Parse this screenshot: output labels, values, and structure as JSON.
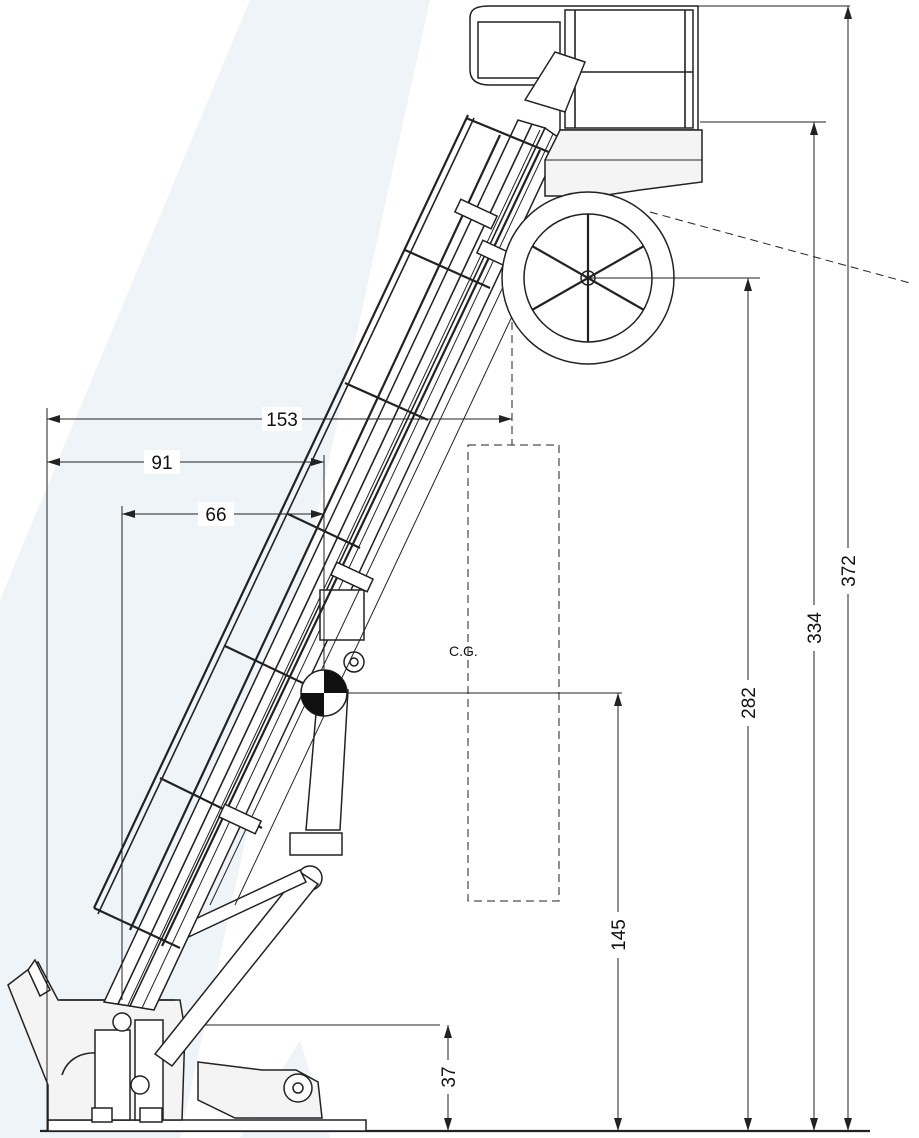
{
  "dimensions": {
    "horizontal": [
      {
        "id": "h153",
        "label": "153"
      },
      {
        "id": "h91",
        "label": "91"
      },
      {
        "id": "h66",
        "label": "66"
      }
    ],
    "vertical": [
      {
        "id": "v372",
        "label": "372"
      },
      {
        "id": "v334",
        "label": "334"
      },
      {
        "id": "v282",
        "label": "282"
      },
      {
        "id": "v145",
        "label": "145"
      },
      {
        "id": "v37",
        "label": "37"
      }
    ]
  },
  "cg_label": "C.G.",
  "colors": {
    "line": "#222222",
    "watermark": "#eef4f8"
  }
}
